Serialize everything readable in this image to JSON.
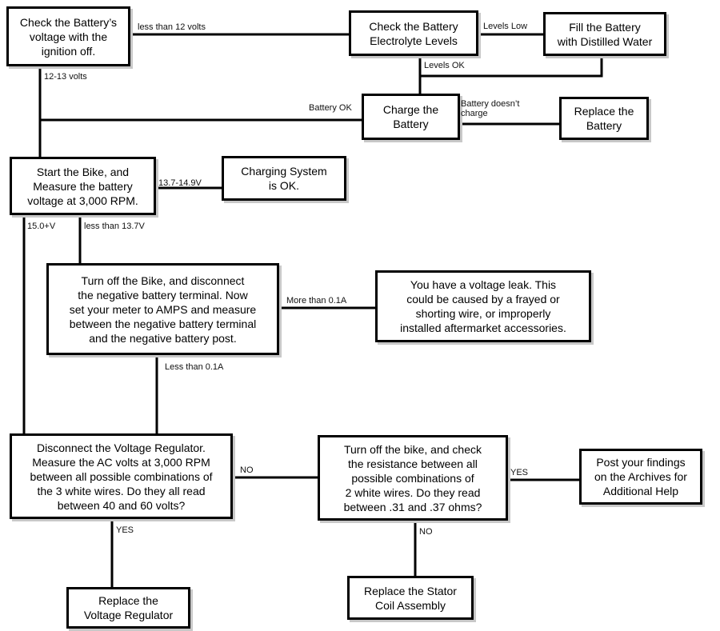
{
  "nodes": {
    "check_voltage": "Check the Battery’s\nvoltage with the\nignition off.",
    "check_electrolyte": "Check the Battery\nElectrolyte Levels",
    "fill_battery": "Fill the Battery\nwith Distilled Water",
    "charge_battery": "Charge the\nBattery",
    "replace_battery": "Replace the\nBattery",
    "start_bike": "Start the Bike, and\nMeasure the battery\nvoltage at 3,000 RPM.",
    "charging_ok": "Charging System\nis OK.",
    "disconnect_terminal": "Turn off the Bike, and disconnect\nthe negative battery terminal.  Now\nset your meter to AMPS and measure\nbetween the negative battery terminal\nand the negative battery post.",
    "voltage_leak": "You have a voltage leak. This\ncould be caused by a frayed or\nshorting  wire, or improperly\ninstalled aftermarket accessories.",
    "disconnect_regulator": "Disconnect the Voltage Regulator.\nMeasure the AC volts at 3,000 RPM\nbetween all  possible combinations of\nthe 3 white wires.  Do they all  read\nbetween 40 and 60 volts?",
    "check_resistance": "Turn off the bike, and check\nthe resistance between all\npossible combinations of\n2 white wires.  Do they read\nbetween .31 and .37 ohms?",
    "post_findings": "Post your findings\non the Archives for\nAdditional Help",
    "replace_stator": "Replace the Stator\nCoil Assembly",
    "replace_regulator": "Replace the\nVoltage Regulator"
  },
  "edges": {
    "less_than_12": "less than 12 volts",
    "levels_low": "Levels Low",
    "levels_ok": "Levels OK",
    "v12_13": "12-13 volts",
    "battery_ok": "Battery OK",
    "battery_not_charge": "Battery doesn’t\ncharge",
    "v13_7_14_9": "13.7-14.9V",
    "v15": "15.0+V",
    "less_13_7": "less than 13.7V",
    "more_0_1a": "More than 0.1A",
    "less_0_1a": "Less than 0.1A",
    "no_1": "NO",
    "yes_1": "YES",
    "no_2": "NO",
    "yes_2": "YES"
  }
}
